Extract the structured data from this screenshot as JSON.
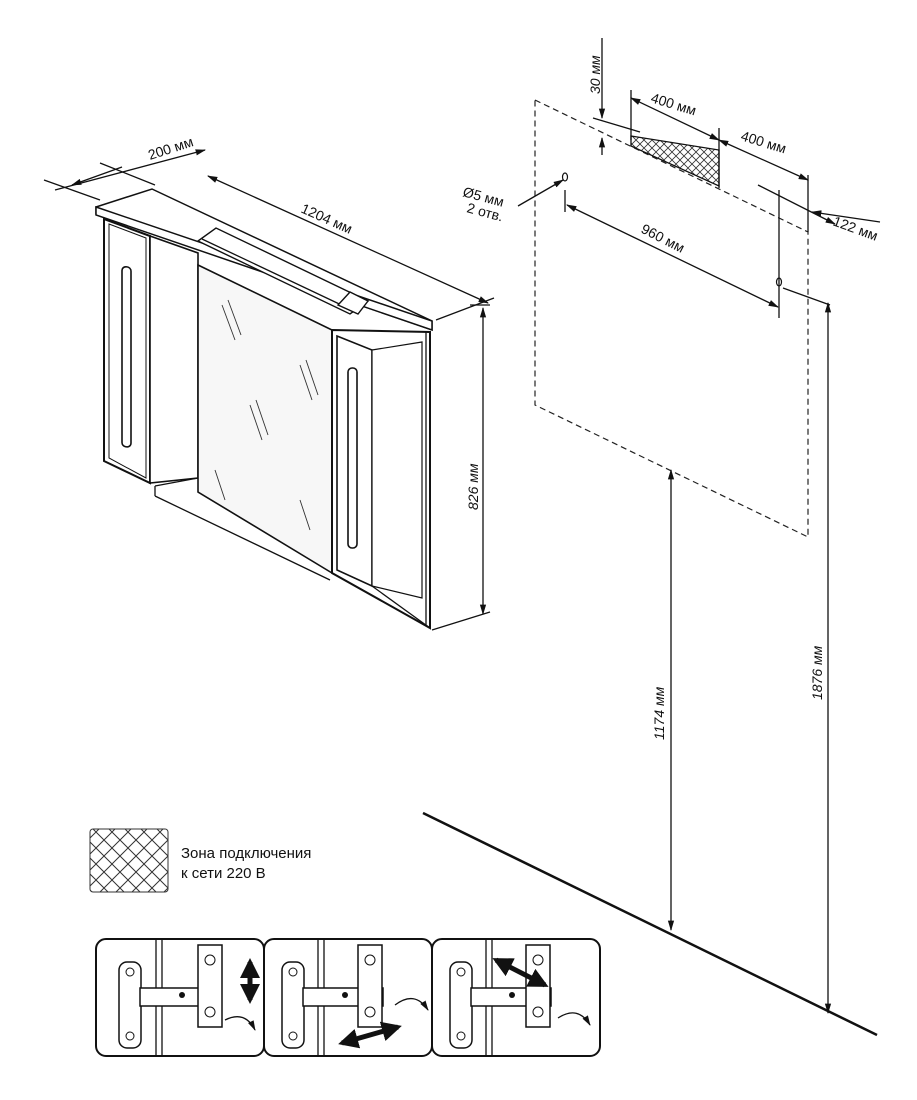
{
  "dimensions": {
    "depth": "200 мм",
    "width": "1204 мм",
    "height": "826 мм",
    "top_offset": "30 мм",
    "zone_width": "400 мм",
    "zone_right": "400 мм",
    "hole_span": "960 мм",
    "hole_side": "122 мм",
    "floor_to_bottom": "1174 мм",
    "floor_to_holes": "1876 мм"
  },
  "holes": {
    "diameter": "Ø5 мм",
    "count": "2 отв."
  },
  "legend": {
    "line1": "Зона подключения",
    "line2": "к сети 220 В"
  },
  "colors": {
    "ink": "#111111",
    "mirror": "#f4f4f4",
    "hatch_bg": "#ffffff"
  },
  "icons": [
    "hinge-vertical-adjust-icon",
    "hinge-horizontal-adjust-icon",
    "hinge-depth-adjust-icon"
  ]
}
